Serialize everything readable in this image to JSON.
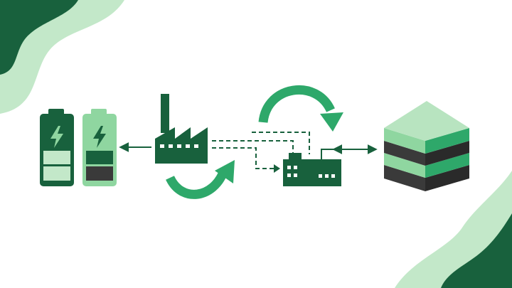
{
  "diagram": {
    "nodes": [
      {
        "id": "battery-dark",
        "icon": "battery-charging-icon"
      },
      {
        "id": "battery-light",
        "icon": "battery-charging-icon"
      },
      {
        "id": "factory",
        "icon": "factory-icon"
      },
      {
        "id": "processing-plant",
        "icon": "plant-building-icon"
      },
      {
        "id": "material-stack",
        "icon": "layered-stack-icon"
      }
    ],
    "edges": [
      {
        "from": "factory",
        "to": "battery-light",
        "style": "solid"
      },
      {
        "from": "factory",
        "to": "processing-plant",
        "style": "dashed"
      },
      {
        "from": "processing-plant",
        "to": "material-stack",
        "style": "solid",
        "bidirectional": true
      }
    ],
    "cycle_arrows": 2
  },
  "colors": {
    "dark_green": "#18613d",
    "mid_green": "#2ea86a",
    "light_green": "#8fd6a0",
    "pale_green": "#c3e8c9",
    "charcoal": "#3a3a3a"
  }
}
